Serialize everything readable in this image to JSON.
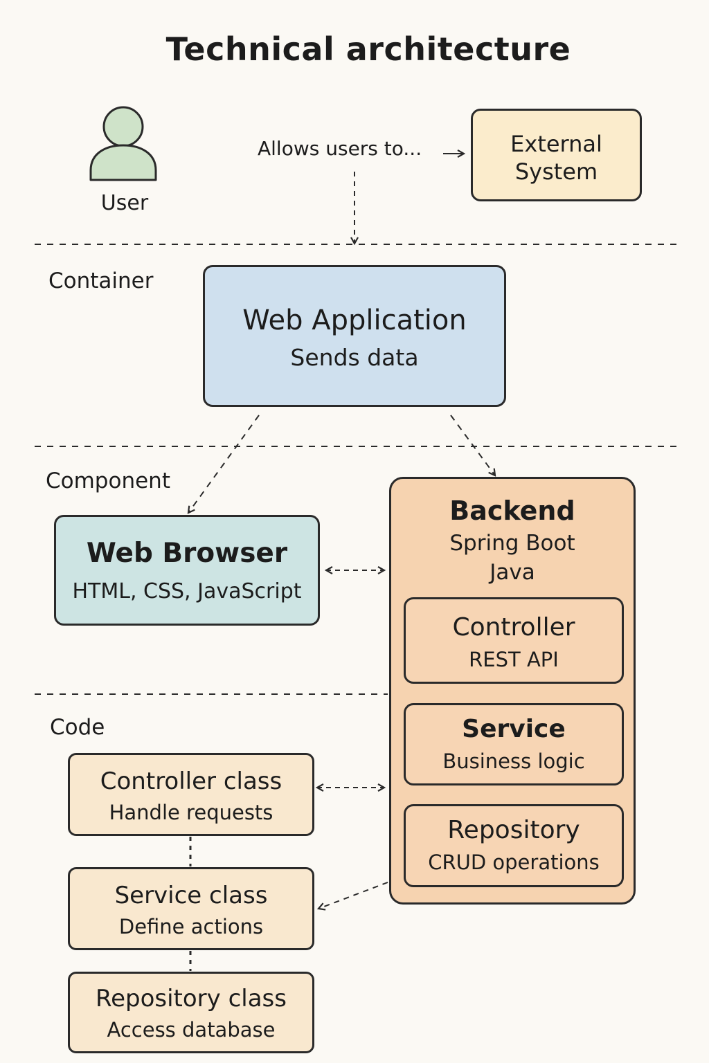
{
  "title": "Technical architecture",
  "user": {
    "label": "User",
    "icon": "user-icon"
  },
  "context": {
    "allows_label": "Allows users to...",
    "external_system": {
      "line1": "External",
      "line2": "System"
    }
  },
  "sections": {
    "container": "Container",
    "component": "Component",
    "code": "Code"
  },
  "web_application": {
    "title": "Web Application",
    "subtitle": "Sends data"
  },
  "web_browser": {
    "title": "Web Browser",
    "subtitle": "HTML, CSS, JavaScript"
  },
  "backend": {
    "title": "Backend",
    "line1": "Spring Boot",
    "line2": "Java",
    "layers": [
      {
        "title": "Controller",
        "subtitle": "REST API"
      },
      {
        "title": "Service",
        "subtitle": "Business logic"
      },
      {
        "title": "Repository",
        "subtitle": "CRUD operations"
      }
    ]
  },
  "code_classes": [
    {
      "title": "Controller class",
      "subtitle": "Handle requests"
    },
    {
      "title": "Service class",
      "subtitle": "Define actions"
    },
    {
      "title": "Repository class",
      "subtitle": "Access database"
    }
  ],
  "colors": {
    "background": "#fbf9f4",
    "user_fill": "#cfe3c9",
    "external_fill": "#fbeccc",
    "webapp_fill": "#cfe0ee",
    "browser_fill": "#cde4e3",
    "backend_fill": "#f6d3b0",
    "code_fill": "#f9e8cf",
    "stroke": "#2a2a2a"
  }
}
